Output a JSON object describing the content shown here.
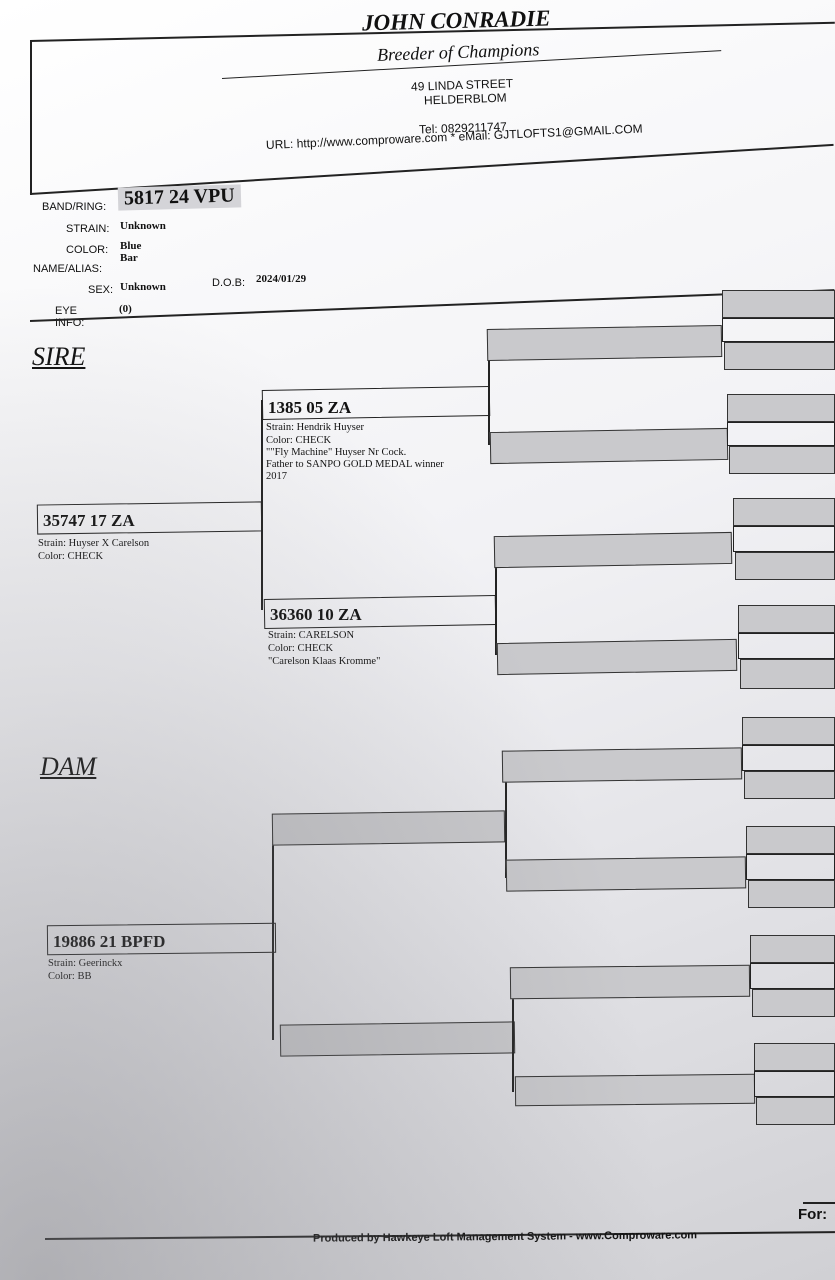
{
  "header": {
    "name": "JOHN CONRADIE",
    "tagline": "Breeder of Champions",
    "address_line1": "49 LINDA STREET",
    "address_line2": "HELDERBLOM",
    "tel": "Tel: 0829211747",
    "url_email": "URL: http://www.comproware.com * eMail: GJTLOFTS1@GMAIL.COM"
  },
  "bird": {
    "band_label": "BAND/RING:",
    "band_value": "5817 24 VPU",
    "strain_label": "STRAIN:",
    "strain_value": "Unknown",
    "color_label": "COLOR:",
    "color_value": "Blue Bar",
    "name_label": "NAME/ALIAS:",
    "sex_label": "SEX:",
    "sex_value": "Unknown",
    "dob_label": "D.O.B:",
    "dob_value": "2024/01/29",
    "eye_label": "EYE INFO:",
    "eye_value": "(0)"
  },
  "sections": {
    "sire": "SIRE",
    "dam": "DAM"
  },
  "sire": {
    "ring": "35747 17 ZA",
    "lines": [
      "Strain: Huyser X Carelson",
      "Color: CHECK"
    ]
  },
  "sire_sire": {
    "ring": "1385 05 ZA",
    "lines": [
      "Strain: Hendrik Huyser",
      "Color: CHECK",
      "\"\"Fly Machine\" Huyser Nr Cock.",
      "Father to SANPO GOLD MEDAL winner",
      "2017"
    ]
  },
  "sire_dam": {
    "ring": "36360 10 ZA",
    "lines": [
      "Strain: CARELSON",
      "Color: CHECK",
      "\"Carelson Klaas Kromme\""
    ]
  },
  "dam": {
    "ring": "19886 21 BPFD",
    "lines": [
      "Strain: Geerinckx",
      "Color: BB"
    ]
  },
  "footer": {
    "produced": "Produced by Hawkeye Loft Management System - www.Comproware.com",
    "for_label": "For:"
  }
}
